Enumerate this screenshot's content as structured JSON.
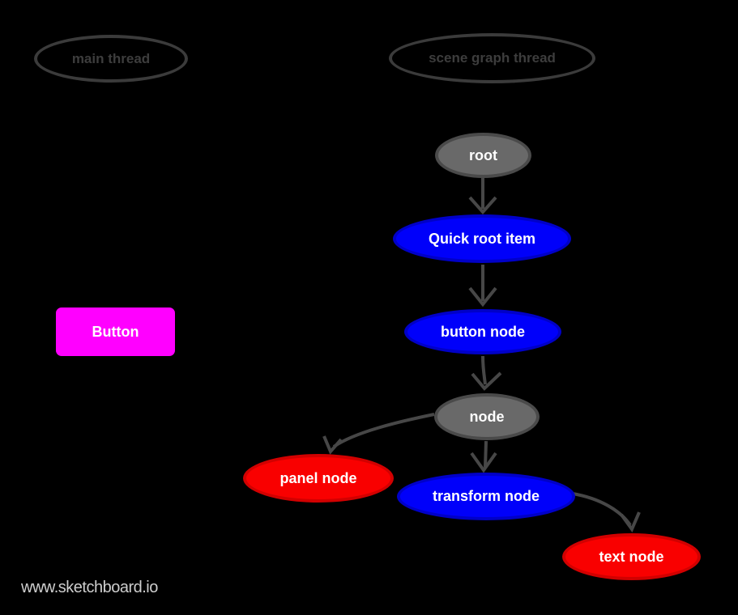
{
  "diagram": {
    "watermark": "www.sketchboard.io",
    "colors": {
      "background": "#000000",
      "outline_stroke": "#3b3b3b",
      "outline_text": "#3d3d3d",
      "gray_fill": "#696969",
      "gray_stroke": "#4a4a4a",
      "blue_fill": "#0000fa",
      "blue_stroke": "#0000c8",
      "red_fill": "#f90000",
      "red_stroke": "#d20000",
      "magenta_fill": "#ff00ff",
      "edge_stroke": "#474747",
      "node_text": "#ffffff",
      "watermark_text": "#cdcdcd"
    },
    "lanes": {
      "main_thread": {
        "label": "main thread"
      },
      "scene_graph_thread": {
        "label": "scene graph thread"
      }
    },
    "button": {
      "label": "Button"
    },
    "nodes": [
      {
        "id": "root",
        "label": "root",
        "color": "gray"
      },
      {
        "id": "quick-root-item",
        "label": "Quick root item",
        "color": "blue"
      },
      {
        "id": "button-node",
        "label": "button node",
        "color": "blue"
      },
      {
        "id": "node",
        "label": "node",
        "color": "gray"
      },
      {
        "id": "panel-node",
        "label": "panel node",
        "color": "red"
      },
      {
        "id": "transform-node",
        "label": "transform node",
        "color": "blue"
      },
      {
        "id": "text-node",
        "label": "text node",
        "color": "red"
      }
    ],
    "edges": [
      {
        "from": "root",
        "to": "quick-root-item"
      },
      {
        "from": "quick-root-item",
        "to": "button-node"
      },
      {
        "from": "button-node",
        "to": "node"
      },
      {
        "from": "node",
        "to": "panel-node"
      },
      {
        "from": "node",
        "to": "transform-node"
      },
      {
        "from": "transform-node",
        "to": "text-node"
      }
    ]
  }
}
